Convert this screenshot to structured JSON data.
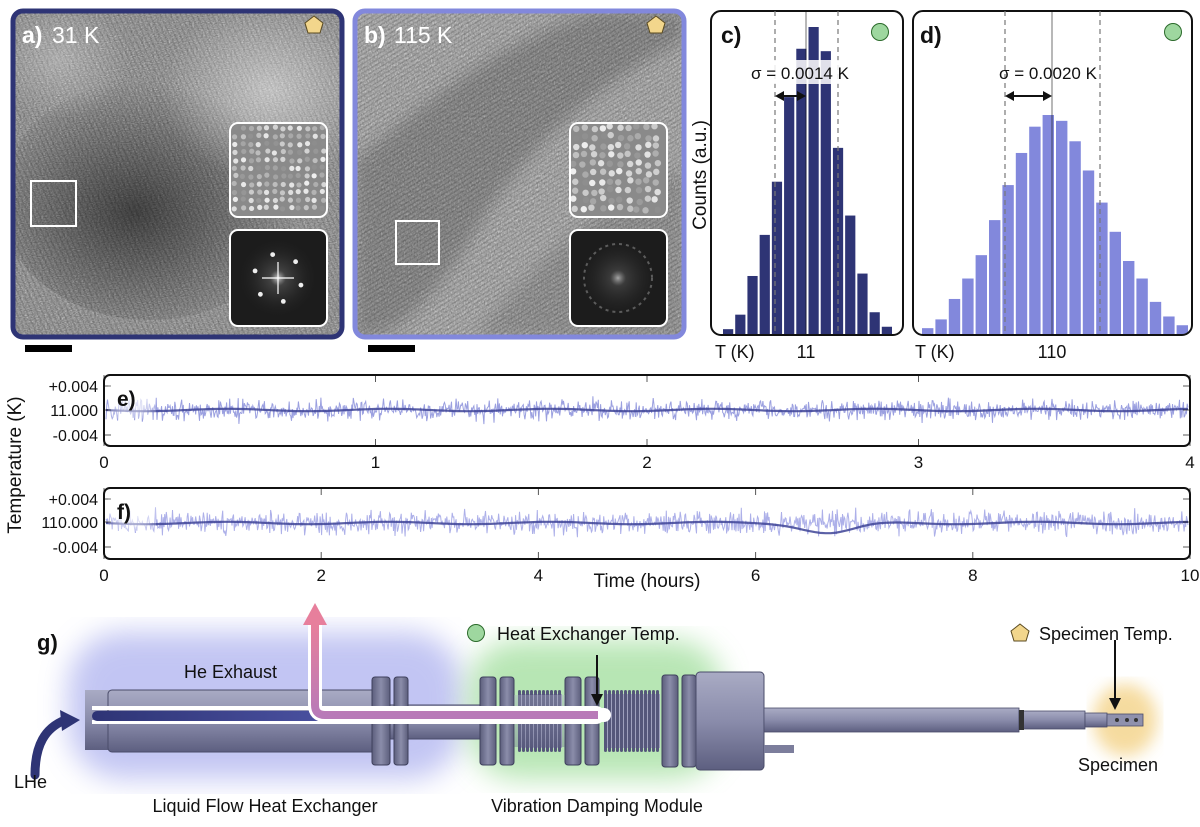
{
  "panels": {
    "a": {
      "letter": "a)",
      "temp": "31 K"
    },
    "b": {
      "letter": "b)",
      "temp": "115 K"
    },
    "c": {
      "letter": "c)",
      "sigma": "σ = 0.0014 K",
      "xlabel": "T (K)",
      "xtick": "11"
    },
    "d": {
      "letter": "d)",
      "sigma": "σ = 0.0020 K",
      "xlabel": "T (K)",
      "xtick": "110"
    },
    "e": {
      "letter": "e)"
    },
    "f": {
      "letter": "f)"
    },
    "g": {
      "letter": "g)"
    }
  },
  "chart_data": [
    {
      "panel": "c",
      "type": "bar",
      "ylabel": "Counts (a.u.)",
      "xlabel": "T (K)",
      "xtick_labels": [
        "11"
      ],
      "values": [
        2,
        8,
        24,
        41,
        63,
        98,
        118,
        127,
        117,
        77,
        49,
        25,
        9,
        3
      ],
      "sigma_label": "σ = 0.0014 K",
      "color": "#2e3475"
    },
    {
      "panel": "d",
      "type": "bar",
      "xlabel": "T (K)",
      "xtick_labels": [
        "110"
      ],
      "values": [
        2,
        5,
        12,
        19,
        27,
        39,
        51,
        62,
        71,
        75,
        73,
        66,
        56,
        45,
        35,
        25,
        19,
        11,
        6,
        3
      ],
      "sigma_label": "σ = 0.0020 K",
      "color": "#8288dc"
    },
    {
      "panel": "e",
      "type": "line",
      "ylabel": "Temperature (K)",
      "ytick_labels": [
        "+0.004",
        "11.000",
        "-0.004"
      ],
      "xtick_labels": [
        "0",
        "1",
        "2",
        "3",
        "4"
      ],
      "xlim": [
        0,
        4
      ],
      "ylim_offset": [
        -0.006,
        0.006
      ],
      "color": "#7176cc"
    },
    {
      "panel": "f",
      "type": "line",
      "xlabel": "Time (hours)",
      "ytick_labels": [
        "+0.004",
        "110.000",
        "-0.004"
      ],
      "xtick_labels": [
        "0",
        "2",
        "4",
        "6",
        "8",
        "10"
      ],
      "xlim": [
        0,
        10
      ],
      "ylim_offset": [
        -0.006,
        0.006
      ],
      "color": "#7176cc"
    }
  ],
  "diagram": {
    "he_exhaust": "He Exhaust",
    "lhe": "LHe",
    "heat_exchanger_temp": "Heat Exchanger Temp.",
    "specimen_temp": "Specimen Temp.",
    "specimen": "Specimen",
    "liquid_flow_heat_exchanger": "Liquid Flow Heat Exchanger",
    "vibration_damping_module": "Vibration Damping Module"
  },
  "colors": {
    "dark_blue": "#2e3475",
    "light_blue": "#8288dc",
    "green_marker": "#9ed79f",
    "pentagon_marker": "#f2d68c",
    "exhaust_pink": "#e07da0"
  }
}
